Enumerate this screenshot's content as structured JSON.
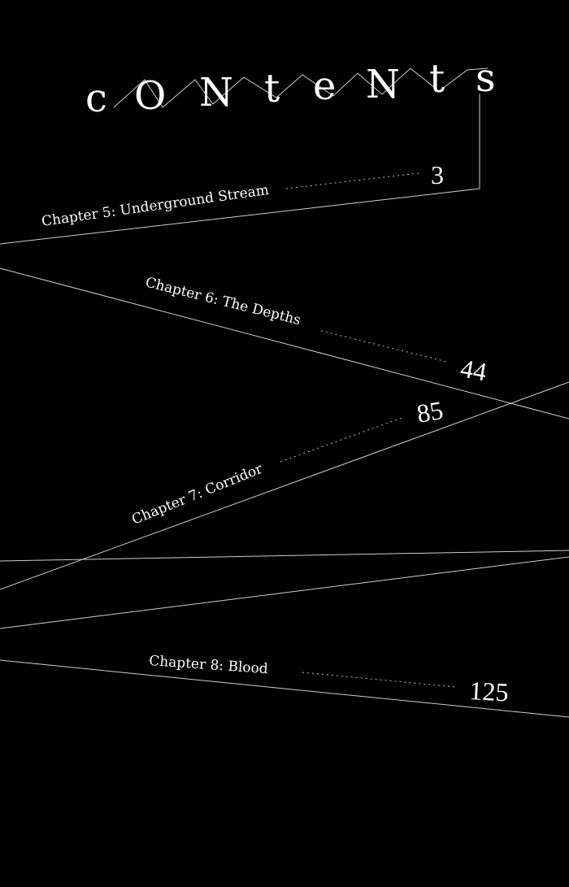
{
  "title": {
    "letters": [
      "c",
      "O",
      "N",
      "t",
      "e",
      "N",
      "t",
      "s"
    ]
  },
  "chapters": [
    {
      "label": "Chapter 5: Underground Stream",
      "page": "3"
    },
    {
      "label": "Chapter 6: The Depths",
      "page": "44"
    },
    {
      "label": "Chapter 7: Corridor",
      "page": "85"
    },
    {
      "label": "Chapter 8: Blood",
      "page": "125"
    }
  ]
}
